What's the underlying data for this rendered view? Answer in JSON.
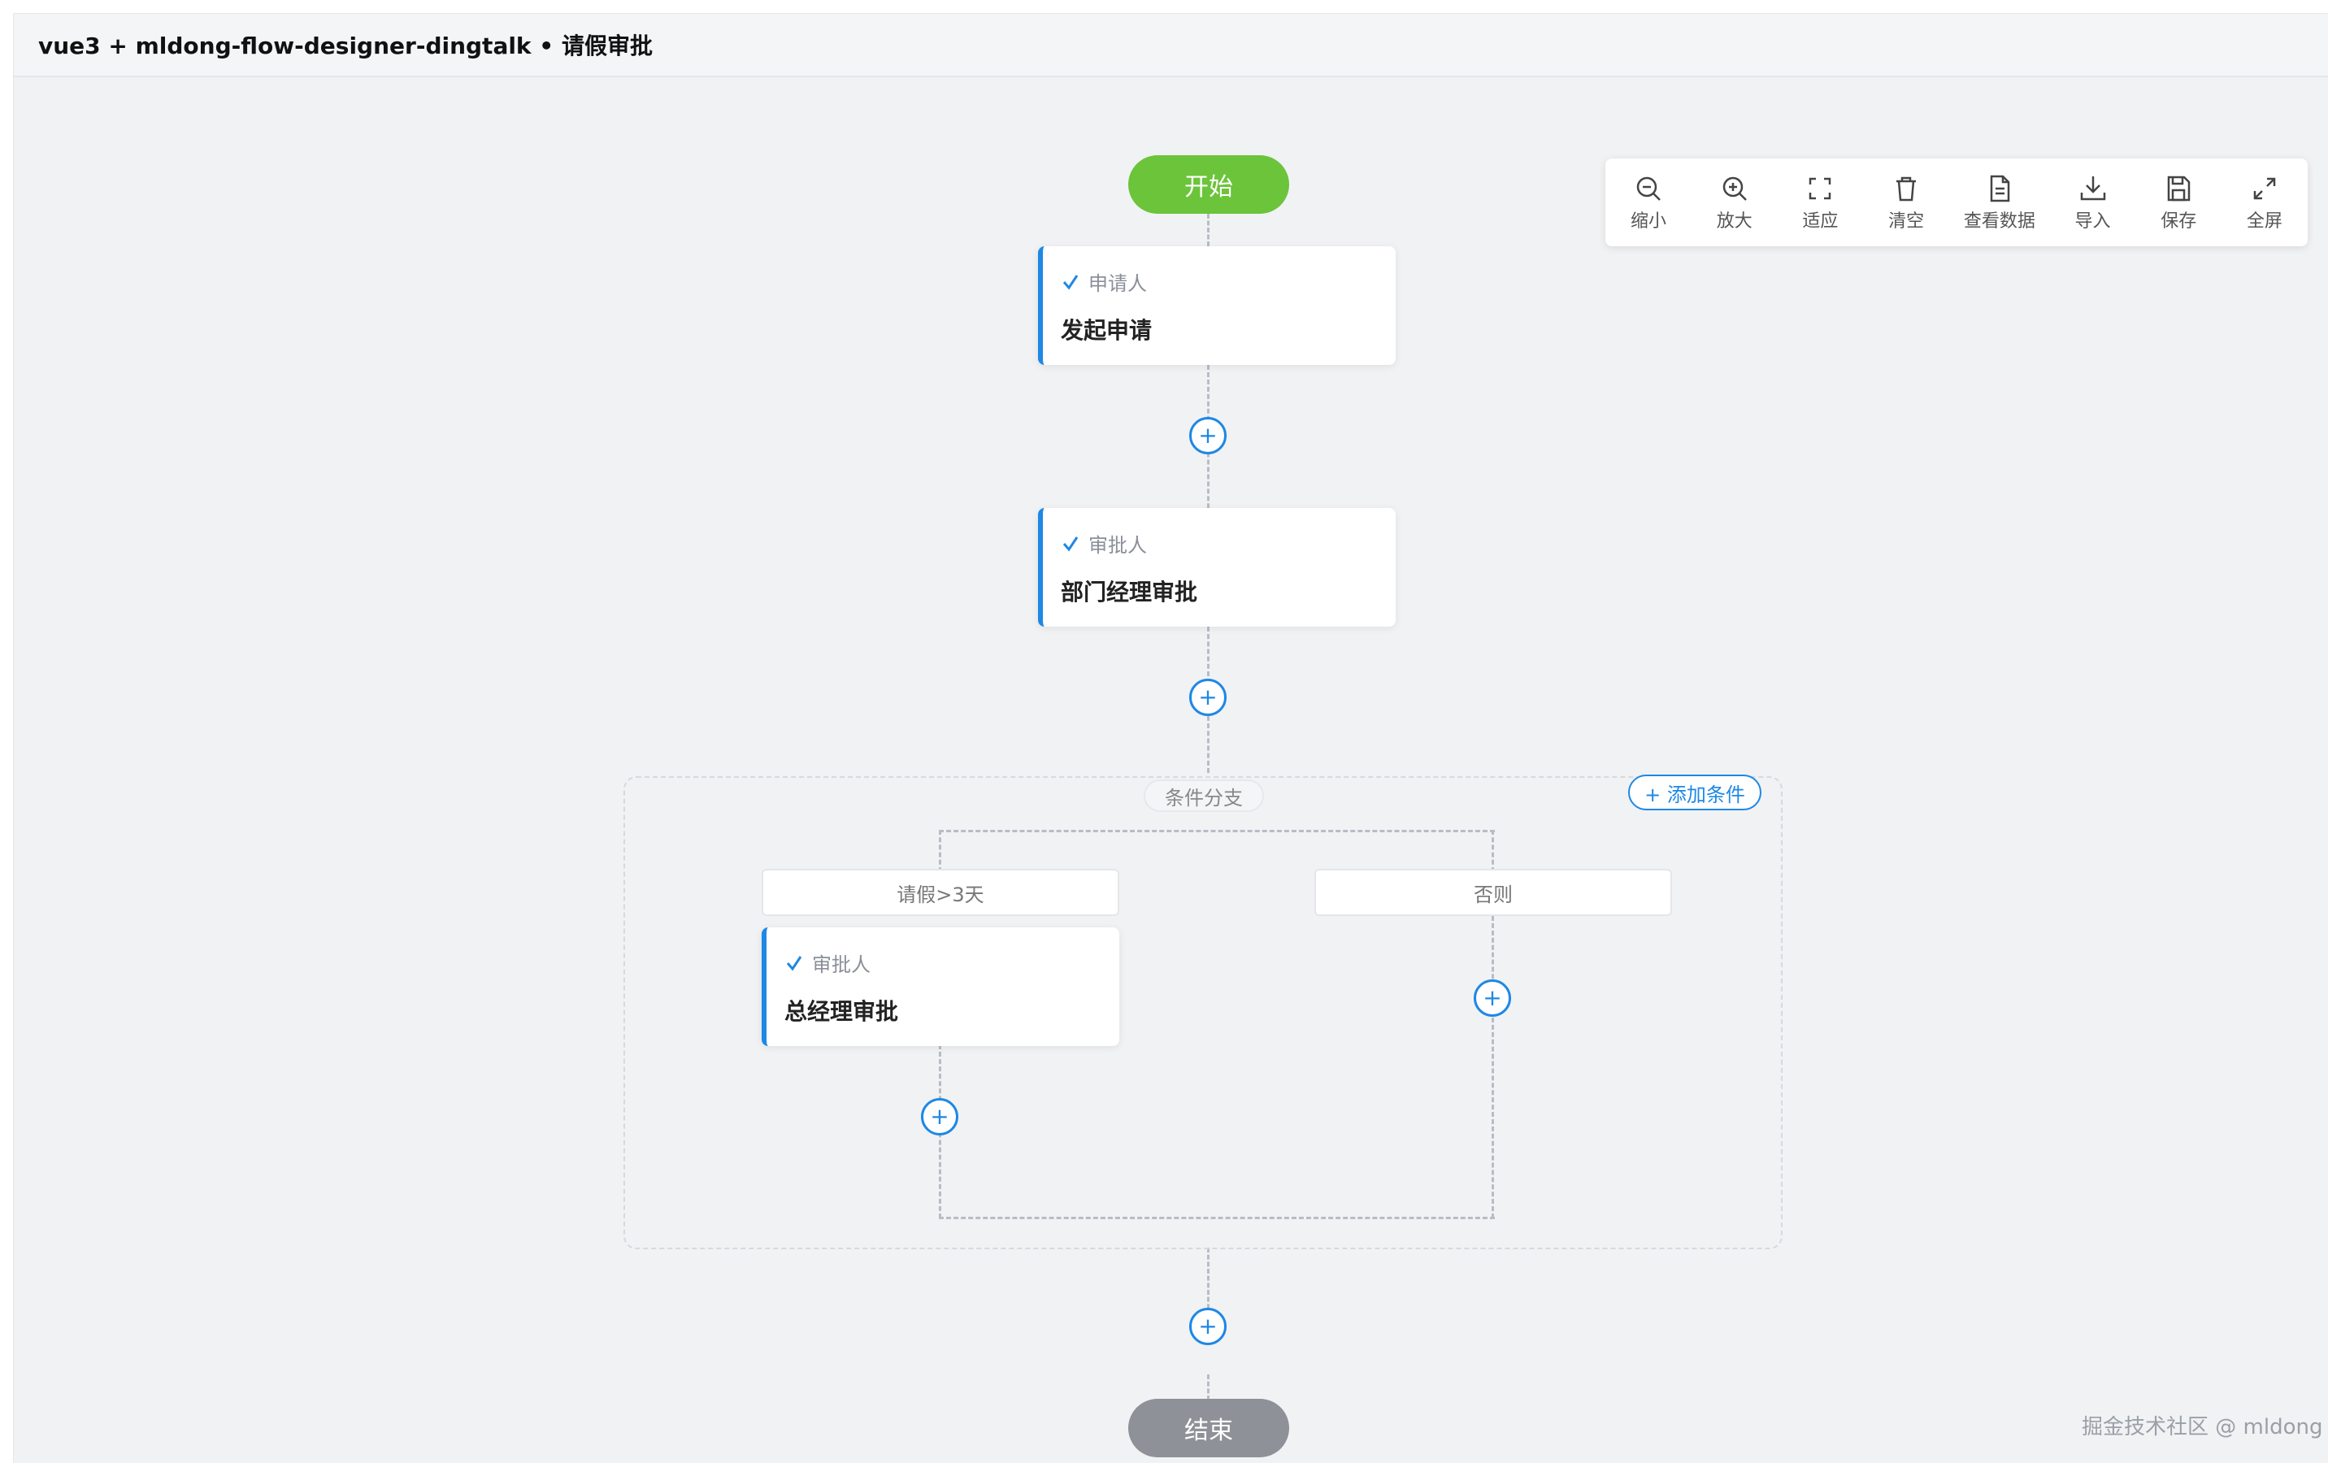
{
  "app": {
    "title": "vue3 + mldong-flow-designer-dingtalk • 请假审批"
  },
  "toolbar": {
    "buttons": [
      {
        "label": "缩小",
        "icon": "zoom-out-icon"
      },
      {
        "label": "放大",
        "icon": "zoom-in-icon"
      },
      {
        "label": "适应",
        "icon": "fit-icon"
      },
      {
        "label": "清空",
        "icon": "trash-icon"
      },
      {
        "label": "查看数据",
        "icon": "document-icon"
      },
      {
        "label": "导入",
        "icon": "download-icon"
      },
      {
        "label": "保存",
        "icon": "save-icon"
      },
      {
        "label": "全屏",
        "icon": "fullscreen-icon"
      }
    ]
  },
  "flow": {
    "start_label": "开始",
    "end_label": "结束",
    "add_symbol": "+",
    "nodes": {
      "applicant": {
        "type": "申请人",
        "name": "发起申请"
      },
      "dept_manager": {
        "type": "审批人",
        "name": "部门经理审批"
      },
      "general_manager": {
        "type": "审批人",
        "name": "总经理审批"
      }
    },
    "branch": {
      "label": "条件分支",
      "add_condition_label": "+ 添加条件",
      "conditions": [
        "请假>3天",
        "否则"
      ]
    }
  },
  "colors": {
    "accent": "#1e88e5",
    "start": "#6bc43a",
    "end": "#8e9198"
  },
  "watermark": "掘金技术社区 @ mldong"
}
